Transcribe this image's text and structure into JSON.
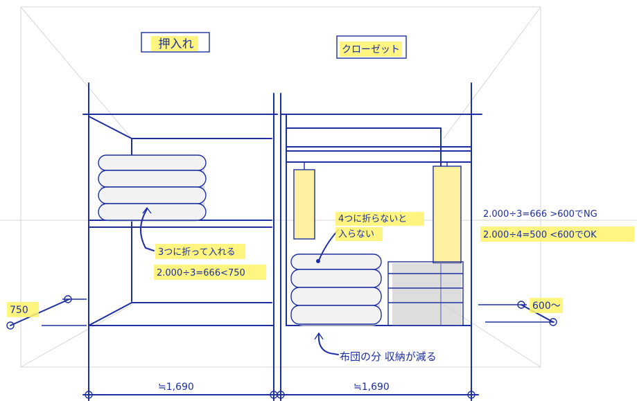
{
  "labels": {
    "oshiire_title": "押入れ",
    "closet_title": "クローゼット"
  },
  "notes": {
    "fold3": "3つに折って入れる",
    "calc_oshiire": "2.000÷3=666<750",
    "fold4_line1": "4つに折らないと",
    "fold4_line2": "入らない",
    "calc_ng": "2.000÷3=666 >600でNG",
    "calc_ok": "2.000÷4=500 <600でOK",
    "reduced": "布団の分 収納が減る"
  },
  "dimensions": {
    "depth_oshiire": "750",
    "depth_closet": "600～",
    "width_oshiire": "≒1,690",
    "width_closet": "≒1,690"
  },
  "colors": {
    "ink": "#1c2ea0",
    "highlight": "#fff36a"
  }
}
